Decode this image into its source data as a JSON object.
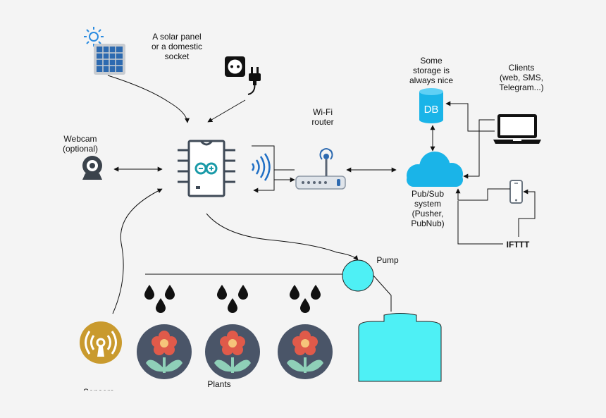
{
  "labels": {
    "solar": "A solar panel\nor a domestic\nsocket",
    "webcam": "Webcam\n(optional)",
    "wifi": "Wi-Fi\nrouter",
    "storage": "Some\nstorage is\nalways nice",
    "db_icon": "DB",
    "clients": "Clients\n(web, SMS,\nTelegram...)",
    "pubsub": "Pub/Sub\nsystem\n(Pusher,\nPubNub)",
    "ifttt": "IFTTT",
    "pump": "Pump",
    "plants": "Plants",
    "sensors": "Sensors"
  },
  "colors": {
    "cyan": "#4ef0f5",
    "cloud": "#1ab4e8",
    "sensor": "#c99a2e",
    "plant_bg": "#4a5568",
    "petal": "#e05a4a",
    "leaf": "#8fd0b8",
    "chip": "#3f4a57",
    "board": "#1a9aa8"
  },
  "icons": [
    "sun-icon",
    "solar-panel-icon",
    "socket-icon",
    "plug-icon",
    "webcam-icon",
    "microcontroller-icon",
    "wifi-signal-icon",
    "router-icon",
    "database-icon",
    "cloud-icon",
    "laptop-icon",
    "phone-icon",
    "water-drop-icon",
    "sensor-icon",
    "plant-icon",
    "water-tank-icon"
  ]
}
